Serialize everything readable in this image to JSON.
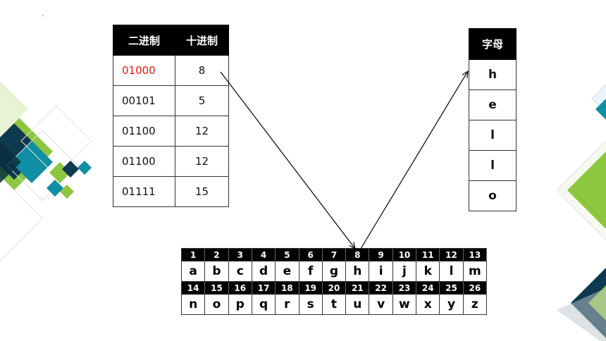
{
  "binary_table": {
    "headers": [
      "二进制",
      "十进制"
    ],
    "rows": [
      {
        "binary": "01000",
        "decimal": "8"
      },
      {
        "binary": "00101",
        "decimal": "5"
      },
      {
        "binary": "01100",
        "decimal": "12"
      },
      {
        "binary": "01100",
        "decimal": "12"
      },
      {
        "binary": "01111",
        "decimal": "15"
      }
    ]
  },
  "letter_table": {
    "header": "字母",
    "letters": [
      "h",
      "e",
      "l",
      "l",
      "o"
    ]
  },
  "alphabet": {
    "row1_numbers": [
      "1",
      "2",
      "3",
      "4",
      "5",
      "6",
      "7",
      "8",
      "9",
      "10",
      "11",
      "12",
      "13"
    ],
    "row1_letters": [
      "a",
      "b",
      "c",
      "d",
      "e",
      "f",
      "g",
      "h",
      "i",
      "j",
      "k",
      "l",
      "m"
    ],
    "row2_numbers": [
      "14",
      "15",
      "16",
      "17",
      "18",
      "19",
      "20",
      "21",
      "22",
      "23",
      "24",
      "25",
      "26"
    ],
    "row2_letters": [
      "n",
      "o",
      "p",
      "q",
      "r",
      "s",
      "t",
      "u",
      "v",
      "w",
      "x",
      "y",
      "z"
    ]
  },
  "colors": {
    "highlight": "#e8160c",
    "green": "#8dc63f",
    "teal": "#0e8fa3",
    "navy": "#0d3a4f"
  }
}
